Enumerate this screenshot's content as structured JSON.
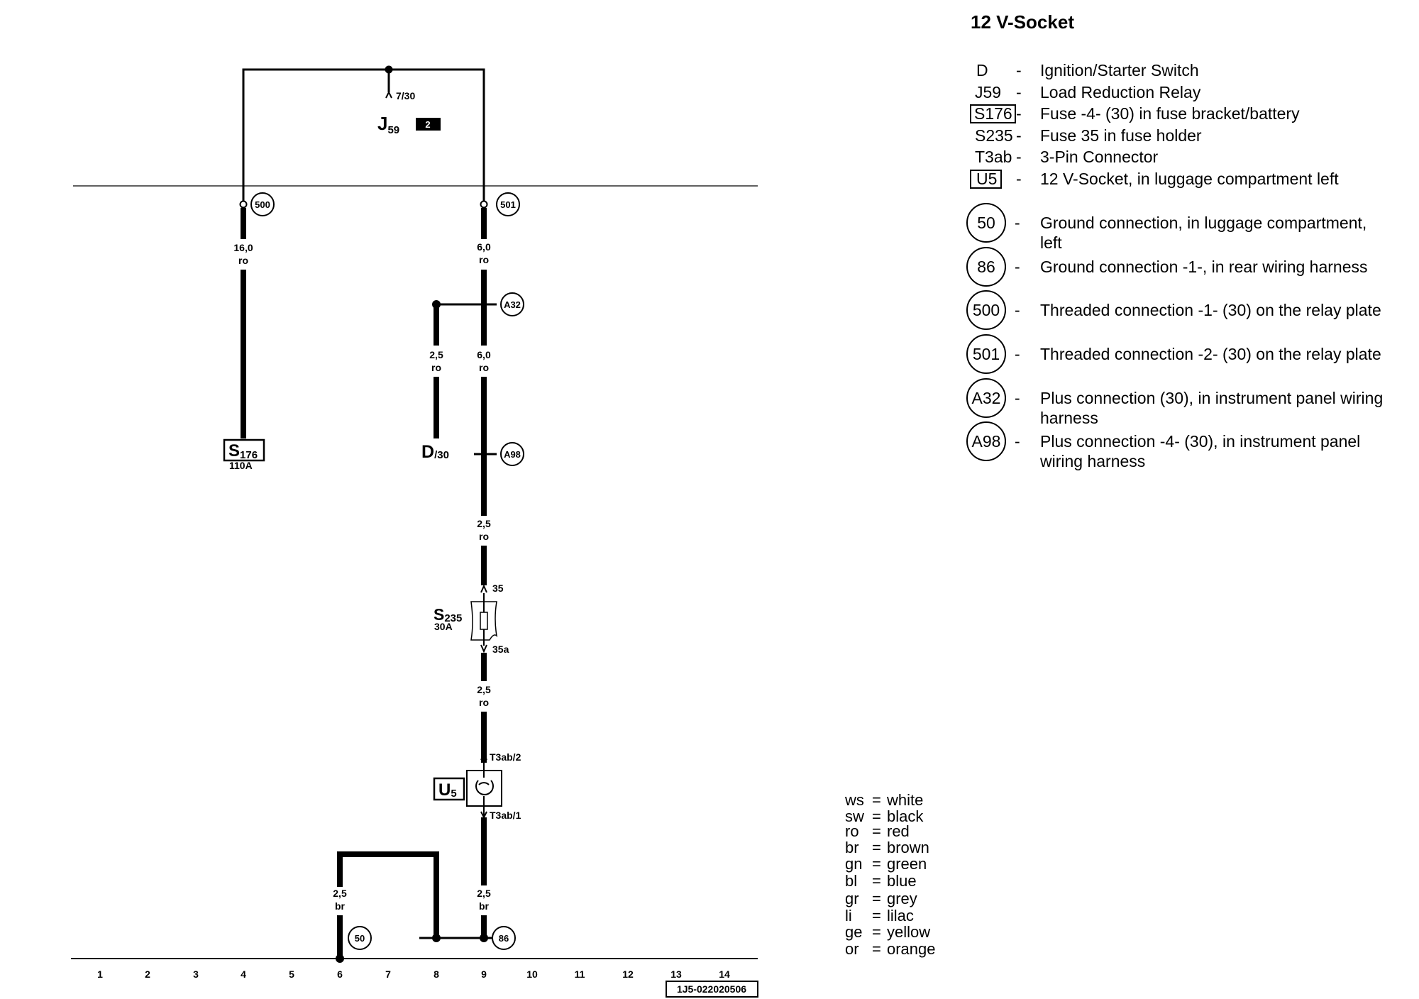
{
  "title": "12 V-Socket",
  "legend": [
    {
      "code": "D",
      "boxed": false,
      "dash": "-",
      "desc": [
        "Ignition/Starter Switch"
      ]
    },
    {
      "code": "J59",
      "boxed": false,
      "dash": "-",
      "desc": [
        "Load Reduction Relay"
      ]
    },
    {
      "code": "S176",
      "boxed": true,
      "dash": "-",
      "desc": [
        "Fuse -4- (30) in fuse bracket/battery"
      ]
    },
    {
      "code": "S235",
      "boxed": false,
      "dash": "-",
      "desc": [
        "Fuse 35 in fuse holder"
      ]
    },
    {
      "code": "T3ab",
      "boxed": false,
      "dash": "-",
      "desc": [
        "3-Pin Connector"
      ]
    },
    {
      "code": "U5",
      "boxed": true,
      "dash": "-",
      "desc": [
        "12 V-Socket, in luggage compartment left"
      ]
    },
    {
      "code": "50",
      "circled": true,
      "dash": "-",
      "desc": [
        "Ground connection, in luggage compartment,",
        "left"
      ]
    },
    {
      "code": "86",
      "circled": true,
      "dash": "-",
      "desc": [
        "Ground connection -1-, in rear wiring harness"
      ]
    },
    {
      "code": "500",
      "circled": true,
      "dash": "-",
      "desc": [
        "Threaded connection -1- (30) on the relay plate"
      ]
    },
    {
      "code": "501",
      "circled": true,
      "dash": "-",
      "desc": [
        "Threaded connection -2- (30) on the relay plate"
      ]
    },
    {
      "code": "A32",
      "circled": true,
      "dash": "-",
      "desc": [
        "Plus connection (30), in instrument panel wiring",
        "harness"
      ]
    },
    {
      "code": "A98",
      "circled": true,
      "dash": "-",
      "desc": [
        "Plus connection -4- (30), in instrument panel",
        "wiring harness"
      ]
    }
  ],
  "colors": [
    {
      "abbr": "ws",
      "name": "white"
    },
    {
      "abbr": "sw",
      "name": "black"
    },
    {
      "abbr": "ro",
      "name": "red"
    },
    {
      "abbr": "br",
      "name": "brown"
    },
    {
      "abbr": "gn",
      "name": "green"
    },
    {
      "abbr": "bl",
      "name": "blue"
    },
    {
      "abbr": "gr",
      "name": "grey"
    },
    {
      "abbr": "li",
      "name": "lilac"
    },
    {
      "abbr": "ge",
      "name": "yellow"
    },
    {
      "abbr": "or",
      "name": "orange"
    }
  ],
  "diagram": {
    "relay": {
      "name": "J",
      "sub": "59",
      "badge": "2",
      "pin": "7/30"
    },
    "connection_circles": [
      "500",
      "501",
      "A32",
      "A98",
      "50",
      "86"
    ],
    "wire_labels": [
      {
        "size": "16,0",
        "color": "ro"
      },
      {
        "size": "6,0",
        "color": "ro"
      },
      {
        "size": "2,5",
        "color": "ro"
      },
      {
        "size": "6,0",
        "color": "ro"
      },
      {
        "size": "2,5",
        "color": "ro"
      },
      {
        "size": "2,5",
        "color": "ro"
      },
      {
        "size": "2,5",
        "color": "br"
      },
      {
        "size": "2,5",
        "color": "br"
      }
    ],
    "fuse_s176": {
      "name": "S",
      "sub": "176",
      "rating": "110A"
    },
    "switch_d": {
      "name": "D",
      "sub": "/30"
    },
    "fuse_s235": {
      "name": "S",
      "sub": "235",
      "rating": "30A",
      "pin_top": "35",
      "pin_bottom": "35a"
    },
    "socket_u5": {
      "name": "U",
      "sub": "5",
      "pin_top": "T3ab/2",
      "pin_bottom": "T3ab/1"
    },
    "current_track_numbers": [
      "1",
      "2",
      "3",
      "4",
      "5",
      "6",
      "7",
      "8",
      "9",
      "10",
      "11",
      "12",
      "13",
      "14"
    ],
    "reference": "1J5-022020506"
  }
}
